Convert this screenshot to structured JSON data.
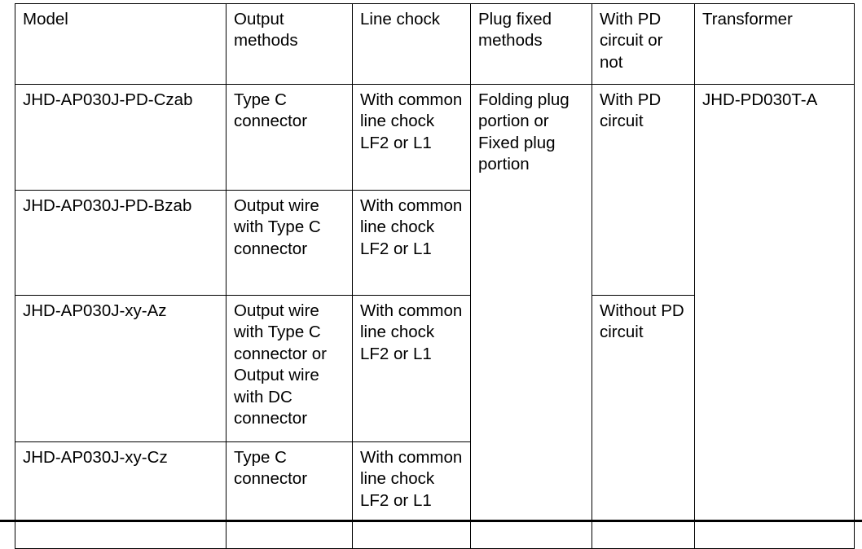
{
  "table": {
    "columns": [
      {
        "key": "model",
        "label": "Model"
      },
      {
        "key": "output",
        "label": "Output methods"
      },
      {
        "key": "chock",
        "label": "Line chock"
      },
      {
        "key": "plug",
        "label": "Plug fixed methods"
      },
      {
        "key": "pd",
        "label": "With PD circuit or not"
      },
      {
        "key": "transformer",
        "label": "Transformer"
      }
    ],
    "rows": [
      {
        "model": "JHD-AP030J-PD-Czab",
        "output": "Type C connector",
        "chock": "With common line chock LF2 or L1",
        "plug": "Folding plug portion or Fixed plug portion",
        "pd": "With PD circuit",
        "transformer": "JHD-PD030T-A"
      },
      {
        "model": "JHD-AP030J-PD-Bzab",
        "output": "Output wire with Type C connector",
        "chock": "With common line chock LF2 or L1"
      },
      {
        "model": "JHD-AP030J-xy-Az",
        "output": "Output wire with Type C connector or Output wire with DC connector",
        "chock": "With common line chock LF2 or L1",
        "pd": "Without PD circuit"
      },
      {
        "model": "JHD-AP030J-xy-Cz",
        "output": "Type C connector",
        "chock": "With common line chock LF2 or L1"
      }
    ],
    "merges": {
      "plug_rowspan": 4,
      "transformer_rowspan": 4,
      "pd_with_rowspan": 2,
      "pd_without_rowspan": 2
    },
    "colors": {
      "border": "#000000",
      "text": "#000000",
      "background": "#ffffff"
    }
  }
}
